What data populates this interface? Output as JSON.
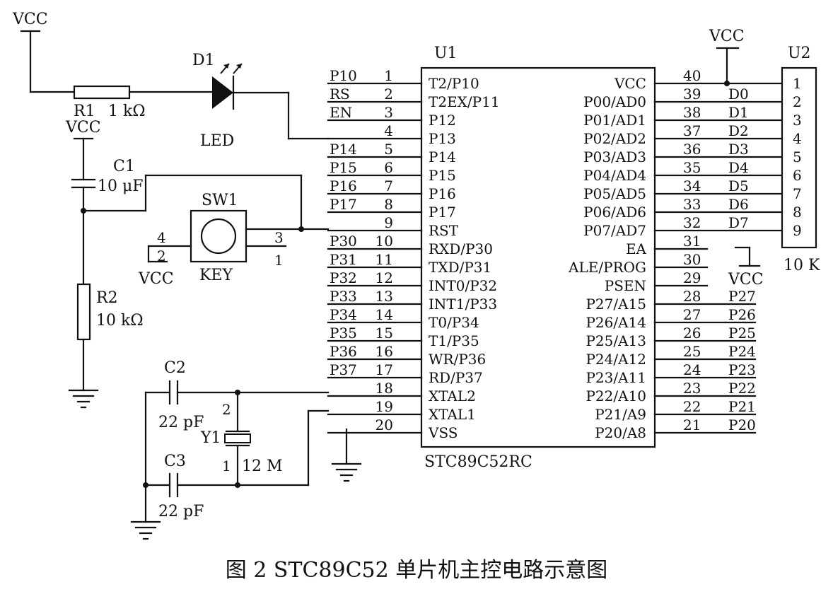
{
  "caption": "图 2 STC89C52 单片机主控电路示意图",
  "supply": {
    "vcc": "VCC"
  },
  "components": {
    "r1": {
      "ref": "R1",
      "value": "1 kΩ"
    },
    "d1": {
      "ref": "D1",
      "value": "LED"
    },
    "c1": {
      "ref": "C1",
      "value": "10 μF"
    },
    "sw1": {
      "ref": "SW1",
      "value": "KEY",
      "pins": [
        "4",
        "2",
        "3",
        "1"
      ]
    },
    "r2": {
      "ref": "R2",
      "value": "10 kΩ"
    },
    "c2": {
      "ref": "C2",
      "value": "22 pF"
    },
    "c3": {
      "ref": "C3",
      "value": "22 pF"
    },
    "y1": {
      "ref": "Y1",
      "value": "12 M",
      "pins": [
        "2",
        "1"
      ]
    }
  },
  "u1": {
    "ref": "U1",
    "part": "STC89C52RC",
    "left_pins": [
      {
        "num": "1",
        "name": "T2/P10",
        "net": "P10"
      },
      {
        "num": "2",
        "name": "T2EX/P11",
        "net": "RS"
      },
      {
        "num": "3",
        "name": "P12",
        "net": "EN"
      },
      {
        "num": "4",
        "name": "P13",
        "net": ""
      },
      {
        "num": "5",
        "name": "P14",
        "net": "P14"
      },
      {
        "num": "6",
        "name": "P15",
        "net": "P15"
      },
      {
        "num": "7",
        "name": "P16",
        "net": "P16"
      },
      {
        "num": "8",
        "name": "P17",
        "net": "P17"
      },
      {
        "num": "9",
        "name": "RST",
        "net": ""
      },
      {
        "num": "10",
        "name": "RXD/P30",
        "net": "P30"
      },
      {
        "num": "11",
        "name": "TXD/P31",
        "net": "P31"
      },
      {
        "num": "12",
        "name": "INT0/P32",
        "net": "P32"
      },
      {
        "num": "13",
        "name": "INT1/P33",
        "net": "P33"
      },
      {
        "num": "14",
        "name": "T0/P34",
        "net": "P34"
      },
      {
        "num": "15",
        "name": "T1/P35",
        "net": "P35"
      },
      {
        "num": "16",
        "name": "WR/P36",
        "net": "P36"
      },
      {
        "num": "17",
        "name": "RD/P37",
        "net": "P37"
      },
      {
        "num": "18",
        "name": "XTAL2",
        "net": ""
      },
      {
        "num": "19",
        "name": "XTAL1",
        "net": ""
      },
      {
        "num": "20",
        "name": "VSS",
        "net": ""
      }
    ],
    "right_pins": [
      {
        "num": "40",
        "name": "VCC",
        "net": ""
      },
      {
        "num": "39",
        "name": "P00/AD0",
        "net": "D0"
      },
      {
        "num": "38",
        "name": "P01/AD1",
        "net": "D1"
      },
      {
        "num": "37",
        "name": "P02/AD2",
        "net": "D2"
      },
      {
        "num": "36",
        "name": "P03/AD3",
        "net": "D3"
      },
      {
        "num": "35",
        "name": "P04/AD4",
        "net": "D4"
      },
      {
        "num": "34",
        "name": "P05/AD5",
        "net": "D5"
      },
      {
        "num": "33",
        "name": "P06/AD6",
        "net": "D6"
      },
      {
        "num": "32",
        "name": "P07/AD7",
        "net": "D7"
      },
      {
        "num": "31",
        "name": "EA",
        "net": ""
      },
      {
        "num": "30",
        "name": "ALE/PROG",
        "net": ""
      },
      {
        "num": "29",
        "name": "PSEN",
        "net": ""
      },
      {
        "num": "28",
        "name": "P27/A15",
        "net": "P27"
      },
      {
        "num": "27",
        "name": "P26/A14",
        "net": "P26"
      },
      {
        "num": "26",
        "name": "P25/A13",
        "net": "P25"
      },
      {
        "num": "25",
        "name": "P24/A12",
        "net": "P24"
      },
      {
        "num": "24",
        "name": "P23/A11",
        "net": "P23"
      },
      {
        "num": "23",
        "name": "P22/A10",
        "net": "P22"
      },
      {
        "num": "22",
        "name": "P21/A9",
        "net": "P21"
      },
      {
        "num": "21",
        "name": "P20/A8",
        "net": "P20"
      }
    ]
  },
  "u2": {
    "ref": "U2",
    "value": "10 K",
    "pins": [
      "1",
      "2",
      "3",
      "4",
      "5",
      "6",
      "7",
      "8",
      "9"
    ]
  }
}
